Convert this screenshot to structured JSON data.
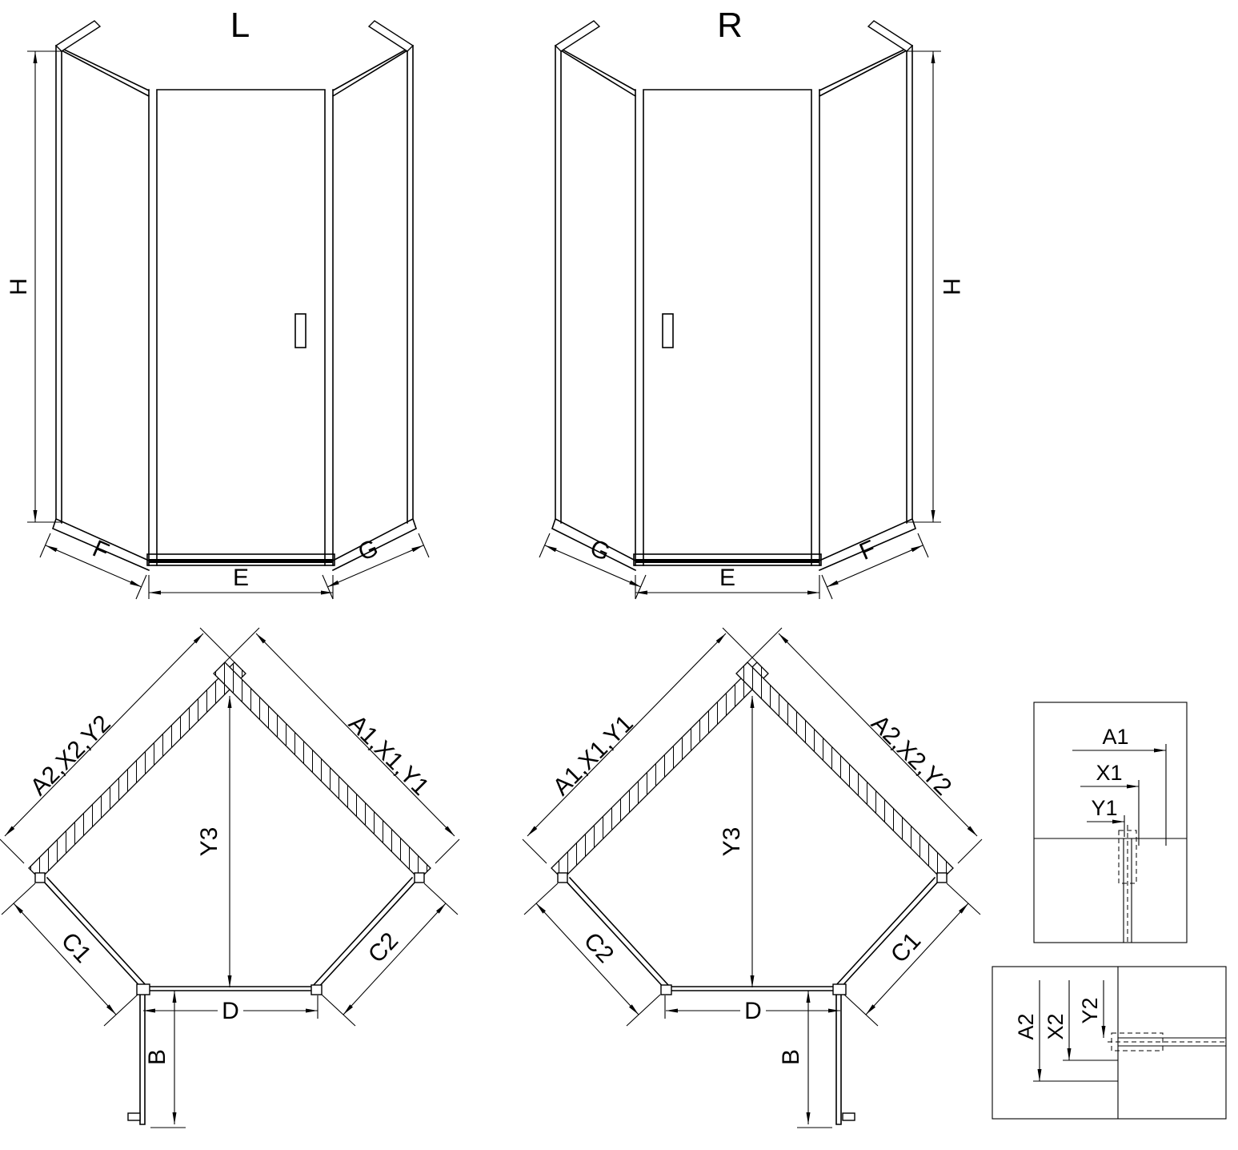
{
  "colors": {
    "line": "#000000",
    "background": "#ffffff"
  },
  "views": {
    "elevation_left": {
      "view_label": "L",
      "dim_height": "H",
      "dim_bottom_left": "F",
      "dim_bottom_center": "E",
      "dim_bottom_right": "G"
    },
    "elevation_right": {
      "view_label": "R",
      "dim_height": "H",
      "dim_bottom_left": "G",
      "dim_bottom_center": "E",
      "dim_bottom_right": "F"
    },
    "plan_left": {
      "dim_wall_left": "A2,X2,Y2",
      "dim_wall_right": "A1,X1,Y1",
      "dim_depth": "Y3",
      "dim_side_left": "C1",
      "dim_side_right": "C2",
      "dim_front": "D",
      "dim_door_open": "B"
    },
    "plan_right": {
      "dim_wall_left": "A1,X1,Y1",
      "dim_wall_right": "A2,X2,Y2",
      "dim_depth": "Y3",
      "dim_side_left": "C2",
      "dim_side_right": "C1",
      "dim_front": "D",
      "dim_door_open": "B"
    },
    "detail_wall_top": {
      "dim_1": "A1",
      "dim_2": "X1",
      "dim_3": "Y1"
    },
    "detail_wall_bottom": {
      "dim_1": "A2",
      "dim_2": "X2",
      "dim_3": "Y2"
    }
  }
}
